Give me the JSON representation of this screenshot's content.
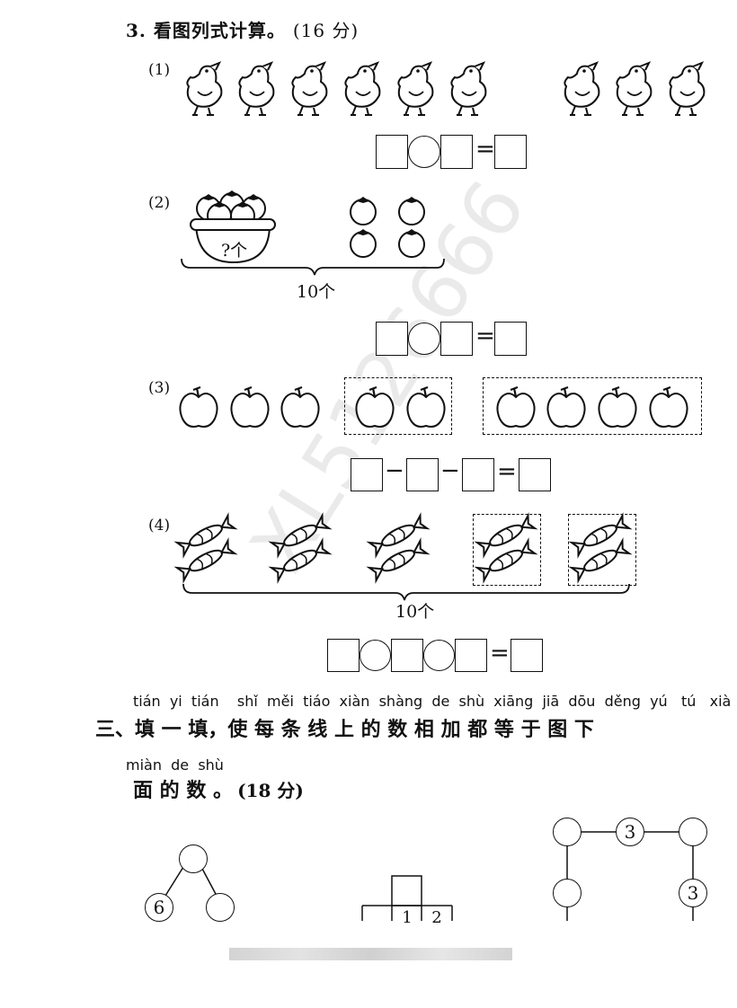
{
  "section3": {
    "number": "3.",
    "title": "看图列式计算。",
    "points": "(16 分)",
    "parts": [
      {
        "label": "(1)"
      },
      {
        "label": "(2)",
        "basket_label": "?个",
        "total_label": "10个"
      },
      {
        "label": "(3)"
      },
      {
        "label": "(4)",
        "total_label": "10个"
      }
    ],
    "ops": {
      "minus": "−",
      "equals": "="
    }
  },
  "sectionThree": {
    "pinyin_line1": "tián  yi  tián    shǐ  měi  tiáo  xiàn  shàng  de  shù  xiāng  jiā  dōu  děng  yú   tú   xià",
    "hanzi_line1": "三、填 一 填，使 每 条 线  上  的 数  相  加 都  等  于 图 下",
    "pinyin_line2": "miàn  de  shù",
    "hanzi_line2": "面  的  数 。",
    "points": "(18 分)"
  },
  "figures": {
    "left_node": "6",
    "middle_cells": [
      "1",
      "2"
    ],
    "right_nodes": [
      "3",
      "3"
    ]
  },
  "watermark": "XL5126666"
}
